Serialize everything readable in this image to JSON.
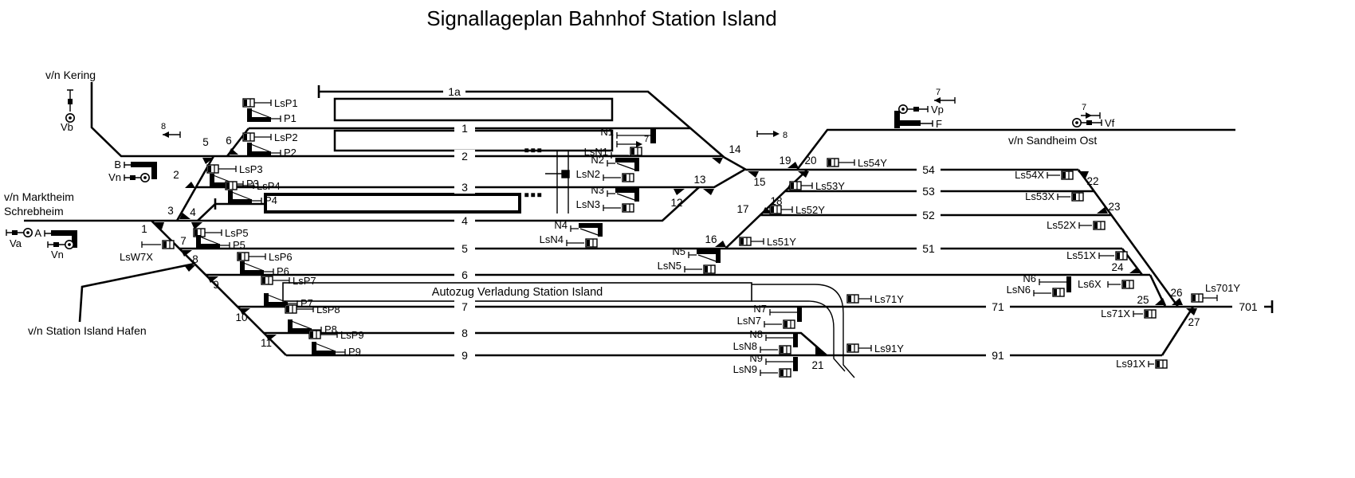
{
  "title": "Signallageplan Bahnhof Station Island",
  "colors": {
    "line": "#000000",
    "background": "#ffffff"
  },
  "destinations": {
    "kering": "v/n Kering",
    "marktheim_line1": "v/n Marktheim",
    "marktheim_line2": "Schrebheim",
    "hafen": "v/n Station Island Hafen",
    "sandheim": "v/n Sandheim Ost"
  },
  "facility": {
    "autozug": "Autozug Verladung Station Island"
  },
  "tracks": {
    "t1a": "1a",
    "t1": "1",
    "t2": "2",
    "t3": "3",
    "t4": "4",
    "t5": "5",
    "t6": "6",
    "t7": "7",
    "t8": "8",
    "t9": "9",
    "t51": "51",
    "t52": "52",
    "t53": "53",
    "t54": "54",
    "t71": "71",
    "t91": "91",
    "t701": "701"
  },
  "points": {
    "p1": "1",
    "p2": "2",
    "p3": "3",
    "p4": "4",
    "p5": "5",
    "p6": "6",
    "p7": "7",
    "p8": "8",
    "p9": "9",
    "p10": "10",
    "p11": "11",
    "p12": "12",
    "p13": "13",
    "p14": "14",
    "p15": "15",
    "p16": "16",
    "p17": "17",
    "p18": "18",
    "p19": "19",
    "p20": "20",
    "p21": "21",
    "p22": "22",
    "p23": "23",
    "p24": "24",
    "p25": "25",
    "p26": "26",
    "p27": "27"
  },
  "signals": {
    "vb": "Vb",
    "va": "Va",
    "vn_a": "Vn",
    "a": "A",
    "b": "B",
    "vn_b": "Vn",
    "lsw7x": "LsW7X",
    "lsp": [
      "LsP1",
      "LsP2",
      "LsP3",
      "LsP4",
      "LsP5",
      "LsP6",
      "LsP7",
      "LsP8",
      "LsP9"
    ],
    "p": [
      "P1",
      "P2",
      "P3",
      "P4",
      "P5",
      "P6",
      "P7",
      "P8",
      "P9"
    ],
    "n": [
      "N1",
      "N2",
      "N3",
      "N4",
      "N5",
      "N6",
      "N7",
      "N8",
      "N9"
    ],
    "lsn": [
      "LsN1",
      "LsN2",
      "LsN3",
      "LsN4",
      "LsN5",
      "LsN6",
      "LsN7",
      "LsN8",
      "LsN9"
    ],
    "ls51y": "Ls51Y",
    "ls52y": "Ls52Y",
    "ls53y": "Ls53Y",
    "ls54y": "Ls54Y",
    "ls51x": "Ls51X",
    "ls52x": "Ls52X",
    "ls53x": "Ls53X",
    "ls54x": "Ls54X",
    "ls6x": "Ls6X",
    "ls71y": "Ls71Y",
    "ls71x": "Ls71X",
    "ls91y": "Ls91Y",
    "ls91x": "Ls91X",
    "ls701y": "Ls701Y",
    "vp": "Vp",
    "f": "F",
    "vf": "Vf"
  },
  "markers": {
    "arrow_left_8": "8",
    "arrow_right_8": "8",
    "arrow_vp_7": "7",
    "arrow_vf_7": "7",
    "arrow_n1_7": "7"
  }
}
